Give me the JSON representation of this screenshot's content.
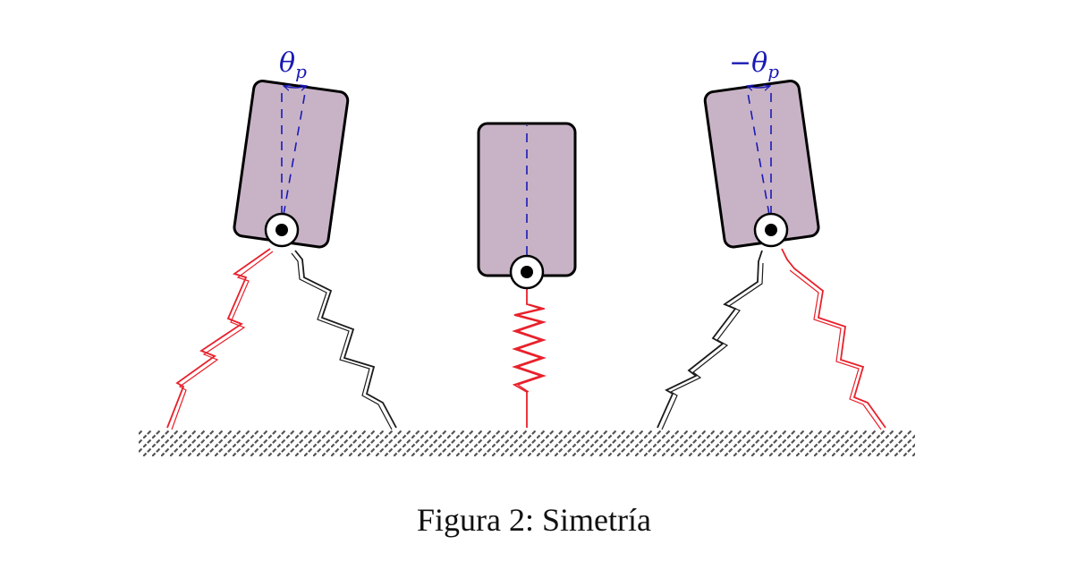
{
  "caption": "Figura 2: Simetría",
  "labels": {
    "left_angle": {
      "prefix": "",
      "symbol": "θ",
      "subscript": "p"
    },
    "right_angle": {
      "prefix": "−",
      "symbol": "θ",
      "subscript": "p"
    }
  },
  "colors": {
    "body_fill": "#c8b3c6",
    "outline": "#000000",
    "spring_red": "#e8202a",
    "spring_black": "#1a1a1a",
    "dashed_axis": "#1a1ab4",
    "ground_hatch": "#555555"
  },
  "icons": {
    "pivot": "pivot-joint-icon"
  }
}
